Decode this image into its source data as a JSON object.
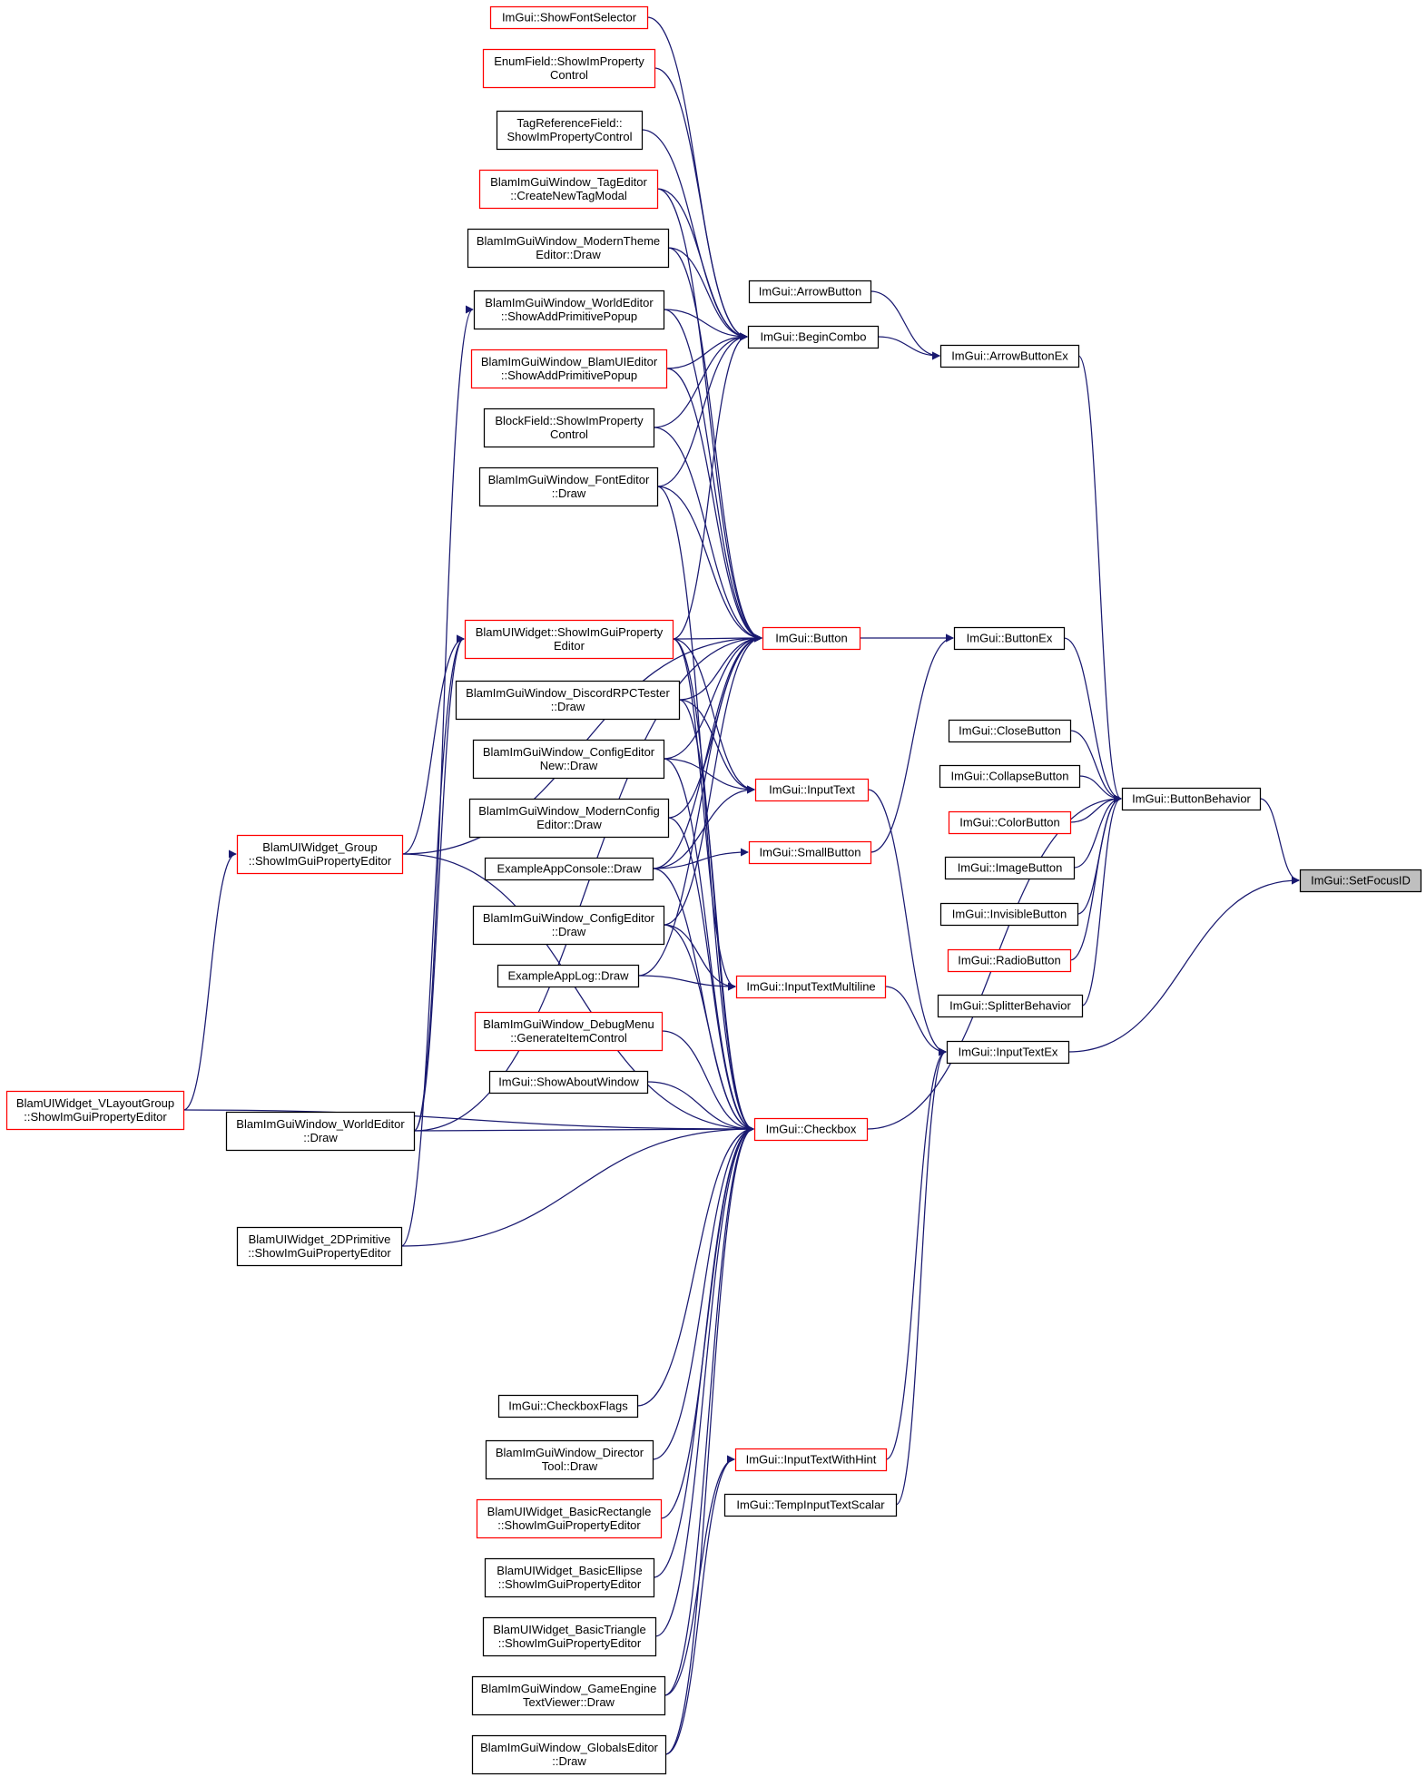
{
  "colors": {
    "edge": "#191970",
    "border_normal": "#000000",
    "border_truncated": "#ff0000",
    "fill_default": "#ffffff",
    "fill_selected": "#bfbfbf"
  },
  "nodes": {
    "showfontselector": {
      "lines": [
        "ImGui::ShowFontSelector"
      ],
      "border": "red"
    },
    "enumfield": {
      "lines": [
        "EnumField::ShowImProperty",
        "Control"
      ],
      "border": "red"
    },
    "tagref": {
      "lines": [
        "TagReferenceField::",
        "ShowImPropertyControl"
      ],
      "border": "black"
    },
    "tageditor": {
      "lines": [
        "BlamImGuiWindow_TagEditor",
        "::CreateNewTagModal"
      ],
      "border": "red"
    },
    "modernthemeed": {
      "lines": [
        "BlamImGuiWindow_ModernTheme",
        "Editor::Draw"
      ],
      "border": "black"
    },
    "worldeditor_popup": {
      "lines": [
        "BlamImGuiWindow_WorldEditor",
        "::ShowAddPrimitivePopup"
      ],
      "border": "black"
    },
    "blamuieditor_popup": {
      "lines": [
        "BlamImGuiWindow_BlamUIEditor",
        "::ShowAddPrimitivePopup"
      ],
      "border": "red"
    },
    "blockfield": {
      "lines": [
        "BlockField::ShowImProperty",
        "Control"
      ],
      "border": "black"
    },
    "fonteditor": {
      "lines": [
        "BlamImGuiWindow_FontEditor",
        "::Draw"
      ],
      "border": "black"
    },
    "uiwidget_editor": {
      "lines": [
        "BlamUIWidget::ShowImGuiProperty",
        "Editor"
      ],
      "border": "red"
    },
    "discordrpc": {
      "lines": [
        "BlamImGuiWindow_DiscordRPCTester",
        "::Draw"
      ],
      "border": "black"
    },
    "configeditornew": {
      "lines": [
        "BlamImGuiWindow_ConfigEditor",
        "New::Draw"
      ],
      "border": "black"
    },
    "modernconfig": {
      "lines": [
        "BlamImGuiWindow_ModernConfig",
        "Editor::Draw"
      ],
      "border": "black"
    },
    "appconsole": {
      "lines": [
        "ExampleAppConsole::Draw"
      ],
      "border": "black"
    },
    "configeditor": {
      "lines": [
        "BlamImGuiWindow_ConfigEditor",
        "::Draw"
      ],
      "border": "black"
    },
    "applog": {
      "lines": [
        "ExampleAppLog::Draw"
      ],
      "border": "black"
    },
    "debugmenu": {
      "lines": [
        "BlamImGuiWindow_DebugMenu",
        "::GenerateItemControl"
      ],
      "border": "red"
    },
    "showabout": {
      "lines": [
        "ImGui::ShowAboutWindow"
      ],
      "border": "black"
    },
    "worldeditor_draw": {
      "lines": [
        "BlamImGuiWindow_WorldEditor",
        "::Draw"
      ],
      "border": "black"
    },
    "group": {
      "lines": [
        "BlamUIWidget_Group",
        "::ShowImGuiPropertyEditor"
      ],
      "border": "red"
    },
    "vlayoutgroup": {
      "lines": [
        "BlamUIWidget_VLayoutGroup",
        "::ShowImGuiPropertyEditor"
      ],
      "border": "red"
    },
    "prim2d": {
      "lines": [
        "BlamUIWidget_2DPrimitive",
        "::ShowImGuiPropertyEditor"
      ],
      "border": "black"
    },
    "checkboxflags": {
      "lines": [
        "ImGui::CheckboxFlags"
      ],
      "border": "black"
    },
    "directortool": {
      "lines": [
        "BlamImGuiWindow_Director",
        "Tool::Draw"
      ],
      "border": "black"
    },
    "basicrect": {
      "lines": [
        "BlamUIWidget_BasicRectangle",
        "::ShowImGuiPropertyEditor"
      ],
      "border": "red"
    },
    "basicellipse": {
      "lines": [
        "BlamUIWidget_BasicEllipse",
        "::ShowImGuiPropertyEditor"
      ],
      "border": "black"
    },
    "basictriangle": {
      "lines": [
        "BlamUIWidget_BasicTriangle",
        "::ShowImGuiPropertyEditor"
      ],
      "border": "black"
    },
    "gameengine": {
      "lines": [
        "BlamImGuiWindow_GameEngine",
        "TextViewer::Draw"
      ],
      "border": "black"
    },
    "globalseditor": {
      "lines": [
        "BlamImGuiWindow_GlobalsEditor",
        "::Draw"
      ],
      "border": "black"
    },
    "arrowbutton": {
      "lines": [
        "ImGui::ArrowButton"
      ],
      "border": "black"
    },
    "begincombo": {
      "lines": [
        "ImGui::BeginCombo"
      ],
      "border": "black"
    },
    "button": {
      "lines": [
        "ImGui::Button"
      ],
      "border": "red"
    },
    "inputtext": {
      "lines": [
        "ImGui::InputText"
      ],
      "border": "red"
    },
    "smallbutton": {
      "lines": [
        "ImGui::SmallButton"
      ],
      "border": "red"
    },
    "inputtextmultiline": {
      "lines": [
        "ImGui::InputTextMultiline"
      ],
      "border": "red"
    },
    "checkbox": {
      "lines": [
        "ImGui::Checkbox"
      ],
      "border": "red"
    },
    "inputtextwithhint": {
      "lines": [
        "ImGui::InputTextWithHint"
      ],
      "border": "red"
    },
    "tempinputtextscalar": {
      "lines": [
        "ImGui::TempInputTextScalar"
      ],
      "border": "black"
    },
    "arrowbuttonex": {
      "lines": [
        "ImGui::ArrowButtonEx"
      ],
      "border": "black"
    },
    "buttonex": {
      "lines": [
        "ImGui::ButtonEx"
      ],
      "border": "black"
    },
    "closebutton": {
      "lines": [
        "ImGui::CloseButton"
      ],
      "border": "black"
    },
    "collapsebutton": {
      "lines": [
        "ImGui::CollapseButton"
      ],
      "border": "black"
    },
    "colorbutton": {
      "lines": [
        "ImGui::ColorButton"
      ],
      "border": "red"
    },
    "imagebutton": {
      "lines": [
        "ImGui::ImageButton"
      ],
      "border": "black"
    },
    "invisiblebutton": {
      "lines": [
        "ImGui::InvisibleButton"
      ],
      "border": "black"
    },
    "radiobutton": {
      "lines": [
        "ImGui::RadioButton"
      ],
      "border": "red"
    },
    "splitterbehavior": {
      "lines": [
        "ImGui::SplitterBehavior"
      ],
      "border": "black"
    },
    "buttonbehavior": {
      "lines": [
        "ImGui::ButtonBehavior"
      ],
      "border": "black"
    },
    "inputtextex": {
      "lines": [
        "ImGui::InputTextEx"
      ],
      "border": "black"
    },
    "setfocusid": {
      "lines": [
        "ImGui::SetFocusID"
      ],
      "border": "black",
      "selected": true
    }
  },
  "edges": [
    [
      "showfontselector",
      "begincombo"
    ],
    [
      "enumfield",
      "begincombo"
    ],
    [
      "tagref",
      "begincombo"
    ],
    [
      "tageditor",
      "begincombo"
    ],
    [
      "modernthemeed",
      "begincombo"
    ],
    [
      "worldeditor_popup",
      "begincombo"
    ],
    [
      "blamuieditor_popup",
      "begincombo"
    ],
    [
      "blockfield",
      "begincombo"
    ],
    [
      "fonteditor",
      "begincombo"
    ],
    [
      "uiwidget_editor",
      "begincombo"
    ],
    [
      "tageditor",
      "button"
    ],
    [
      "modernthemeed",
      "button"
    ],
    [
      "worldeditor_popup",
      "button"
    ],
    [
      "blamuieditor_popup",
      "button"
    ],
    [
      "blockfield",
      "button"
    ],
    [
      "fonteditor",
      "button"
    ],
    [
      "uiwidget_editor",
      "button"
    ],
    [
      "discordrpc",
      "button"
    ],
    [
      "configeditornew",
      "button"
    ],
    [
      "modernconfig",
      "button"
    ],
    [
      "appconsole",
      "button"
    ],
    [
      "configeditor",
      "button"
    ],
    [
      "applog",
      "button"
    ],
    [
      "group",
      "button"
    ],
    [
      "worldeditor_draw",
      "button"
    ],
    [
      "uiwidget_editor",
      "inputtext"
    ],
    [
      "discordrpc",
      "inputtext"
    ],
    [
      "configeditornew",
      "inputtext"
    ],
    [
      "appconsole",
      "inputtext"
    ],
    [
      "appconsole",
      "smallbutton"
    ],
    [
      "uiwidget_editor",
      "inputtextmultiline"
    ],
    [
      "configeditor",
      "inputtextmultiline"
    ],
    [
      "applog",
      "inputtextmultiline"
    ],
    [
      "fonteditor",
      "checkbox"
    ],
    [
      "uiwidget_editor",
      "checkbox"
    ],
    [
      "discordrpc",
      "checkbox"
    ],
    [
      "configeditornew",
      "checkbox"
    ],
    [
      "modernconfig",
      "checkbox"
    ],
    [
      "appconsole",
      "checkbox"
    ],
    [
      "configeditor",
      "checkbox"
    ],
    [
      "debugmenu",
      "checkbox"
    ],
    [
      "showabout",
      "checkbox"
    ],
    [
      "worldeditor_draw",
      "checkbox"
    ],
    [
      "group",
      "checkbox"
    ],
    [
      "vlayoutgroup",
      "checkbox"
    ],
    [
      "prim2d",
      "checkbox"
    ],
    [
      "checkboxflags",
      "checkbox"
    ],
    [
      "directortool",
      "checkbox"
    ],
    [
      "basicrect",
      "checkbox"
    ],
    [
      "basicellipse",
      "checkbox"
    ],
    [
      "basictriangle",
      "checkbox"
    ],
    [
      "gameengine",
      "checkbox"
    ],
    [
      "globalseditor",
      "checkbox"
    ],
    [
      "gameengine",
      "inputtextwithhint"
    ],
    [
      "globalseditor",
      "inputtextwithhint"
    ],
    [
      "vlayoutgroup",
      "group"
    ],
    [
      "group",
      "uiwidget_editor"
    ],
    [
      "prim2d",
      "uiwidget_editor"
    ],
    [
      "worldeditor_draw",
      "worldeditor_popup"
    ],
    [
      "worldeditor_draw",
      "uiwidget_editor"
    ],
    [
      "arrowbutton",
      "arrowbuttonex"
    ],
    [
      "begincombo",
      "arrowbuttonex"
    ],
    [
      "button",
      "buttonex"
    ],
    [
      "smallbutton",
      "buttonex"
    ],
    [
      "inputtext",
      "inputtextex"
    ],
    [
      "inputtextmultiline",
      "inputtextex"
    ],
    [
      "inputtextwithhint",
      "inputtextex"
    ],
    [
      "tempinputtextscalar",
      "inputtextex"
    ],
    [
      "checkbox",
      "buttonbehavior"
    ],
    [
      "arrowbuttonex",
      "buttonbehavior"
    ],
    [
      "buttonex",
      "buttonbehavior"
    ],
    [
      "closebutton",
      "buttonbehavior"
    ],
    [
      "collapsebutton",
      "buttonbehavior"
    ],
    [
      "colorbutton",
      "buttonbehavior"
    ],
    [
      "imagebutton",
      "buttonbehavior"
    ],
    [
      "invisiblebutton",
      "buttonbehavior"
    ],
    [
      "radiobutton",
      "buttonbehavior"
    ],
    [
      "splitterbehavior",
      "buttonbehavior"
    ],
    [
      "buttonbehavior",
      "setfocusid"
    ],
    [
      "inputtextex",
      "setfocusid"
    ]
  ]
}
